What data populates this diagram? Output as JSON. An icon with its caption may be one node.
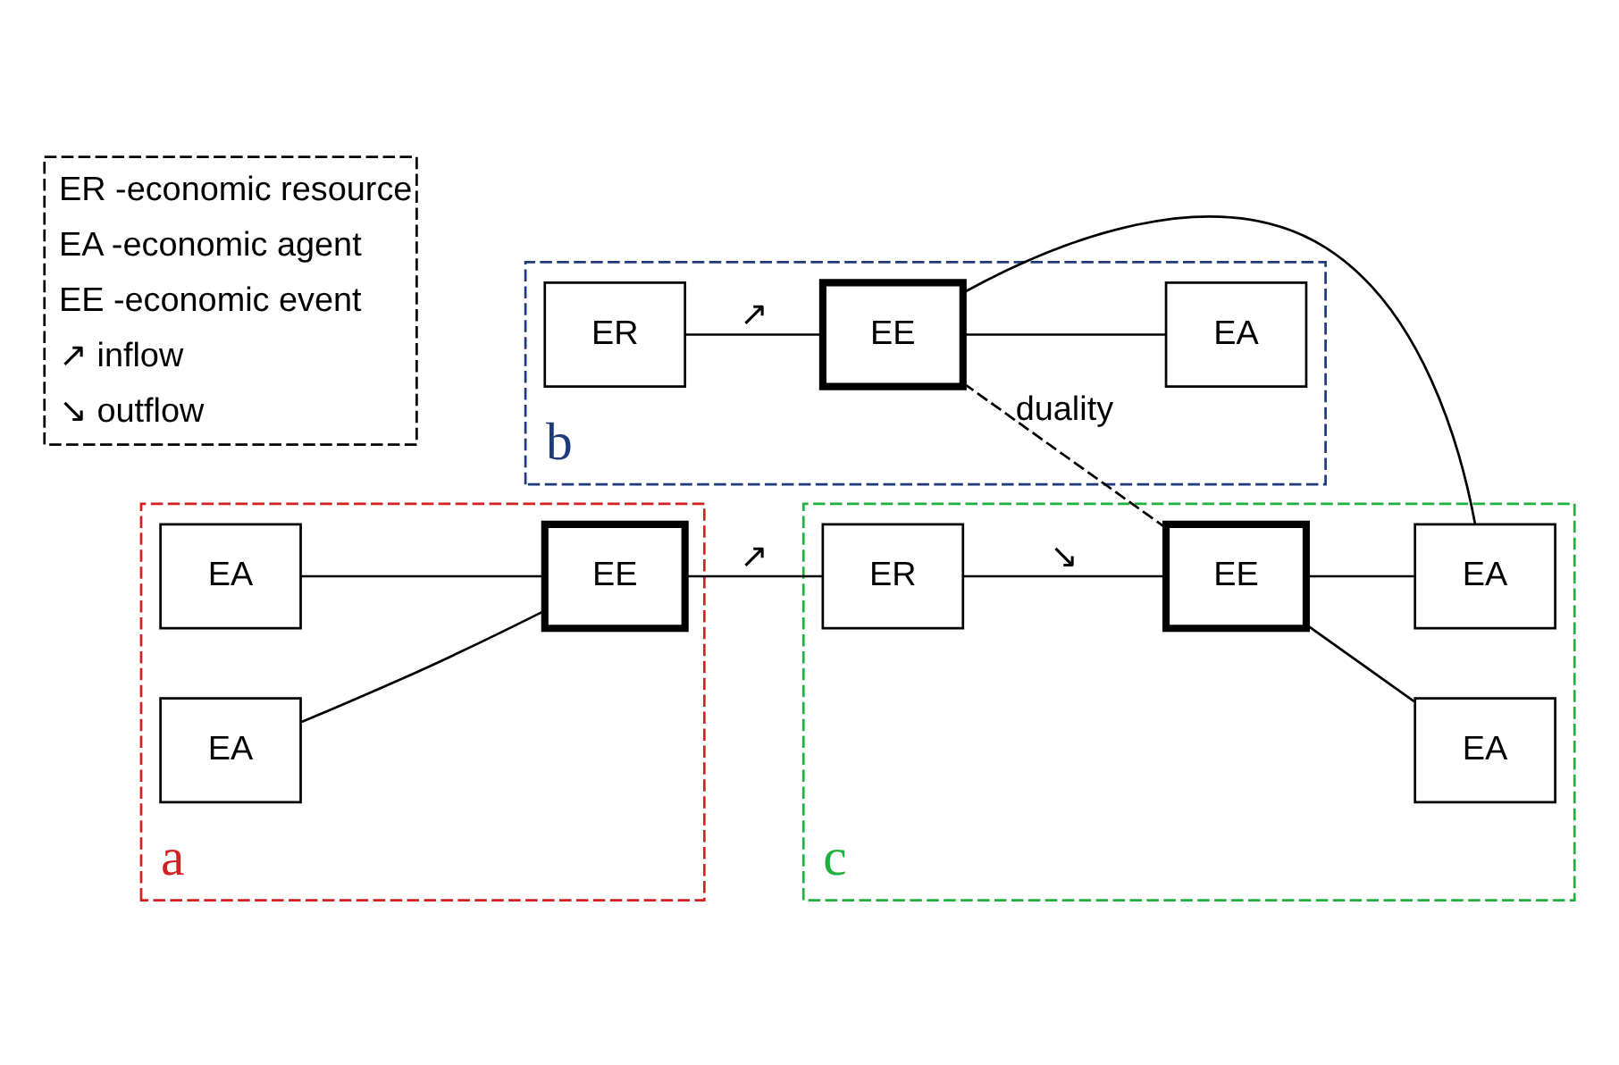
{
  "diagram": {
    "nodes": [
      {
        "text": [
          "b"
        ]
      },
      {
        "text": [
          "ER"
        ],
        "in": 0
      },
      {
        "text": [
          "EE"
        ],
        "in": 0
      },
      {
        "text": [
          "EA"
        ],
        "in": 0
      },
      {
        "text": [
          "a"
        ]
      },
      {
        "text": [
          "EA"
        ],
        "in": 4
      },
      {
        "text": [
          "EA"
        ],
        "in": 4
      },
      {
        "text": [
          "EE"
        ],
        "in": 4
      },
      {
        "text": [
          "c"
        ]
      },
      {
        "text": [
          "ER"
        ],
        "in": 8
      },
      {
        "text": [
          "EE"
        ],
        "in": 8
      },
      {
        "text": [
          "EA"
        ],
        "in": 8
      },
      {
        "text": [
          "EA"
        ],
        "in": 8
      }
    ],
    "edges": [
      {
        "from": 1,
        "to": 2,
        "arrow": "none",
        "label": "↗"
      },
      {
        "from": 2,
        "to": 3,
        "arrow": "none"
      },
      {
        "from": 2,
        "to": 11,
        "arrow": "none"
      },
      {
        "from": 2,
        "to": 10,
        "arrow": "none",
        "style": "dashed",
        "label": "duality"
      },
      {
        "from": 5,
        "to": 7,
        "arrow": "none"
      },
      {
        "from": 6,
        "to": 7,
        "arrow": "none"
      },
      {
        "from": 7,
        "to": 9,
        "arrow": "none",
        "label": "↗"
      },
      {
        "from": 9,
        "to": 10,
        "arrow": "none",
        "label": "↘"
      },
      {
        "from": 10,
        "to": 11,
        "arrow": "none"
      },
      {
        "from": 10,
        "to": 12,
        "arrow": "none"
      }
    ],
    "legend": [
      {
        "text": "ER -economic resource"
      },
      {
        "text": "EA -economic agent"
      },
      {
        "text": "EE -economic event"
      },
      {
        "text": "↗ inflow"
      },
      {
        "text": "↘ outflow"
      }
    ]
  }
}
